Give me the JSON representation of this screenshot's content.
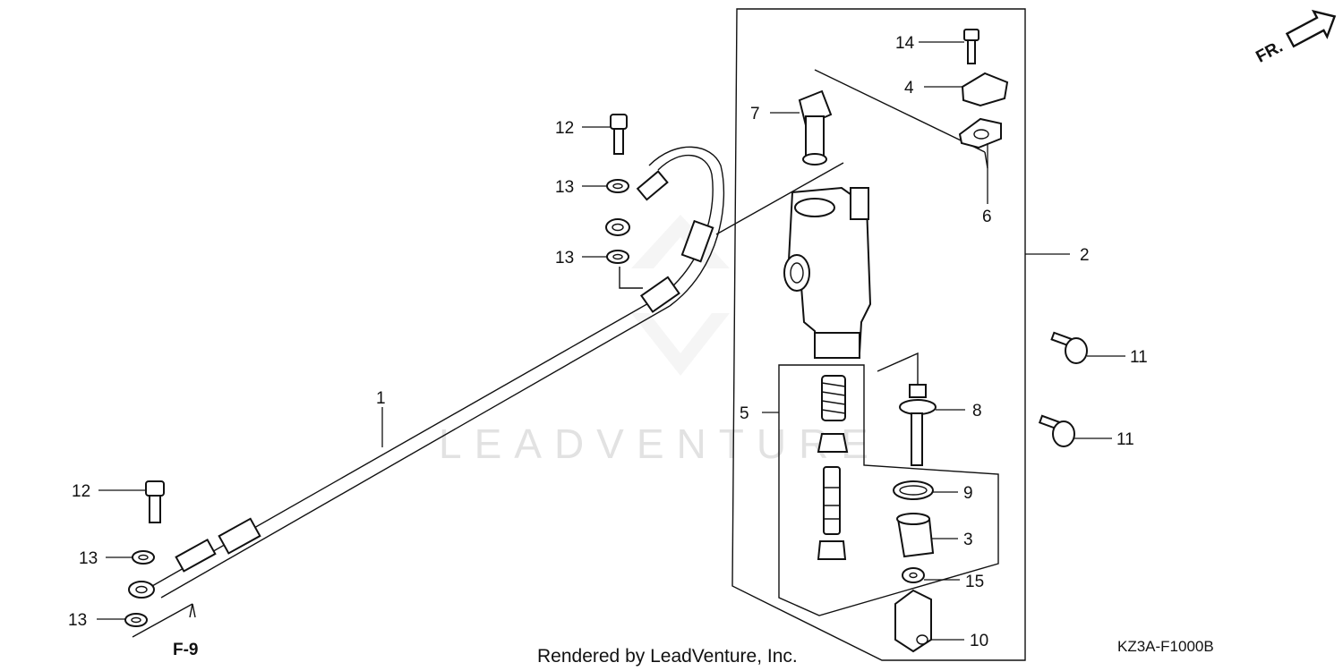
{
  "watermark": "LEADVENTURE",
  "credit": "Rendered by LeadVenture, Inc.",
  "diagram_code": "KZ3A-F1000B",
  "front_indicator": "FR.",
  "reference": "F-9",
  "callouts": {
    "c1": "1",
    "c2": "2",
    "c3": "3",
    "c4": "4",
    "c5": "5",
    "c6": "6",
    "c7": "7",
    "c8": "8",
    "c9": "9",
    "c10": "10",
    "c11a": "11",
    "c11b": "11",
    "c12a": "12",
    "c12b": "12",
    "c13a": "13",
    "c13b": "13",
    "c13c": "13",
    "c13d": "13",
    "c14": "14",
    "c15": "15"
  }
}
